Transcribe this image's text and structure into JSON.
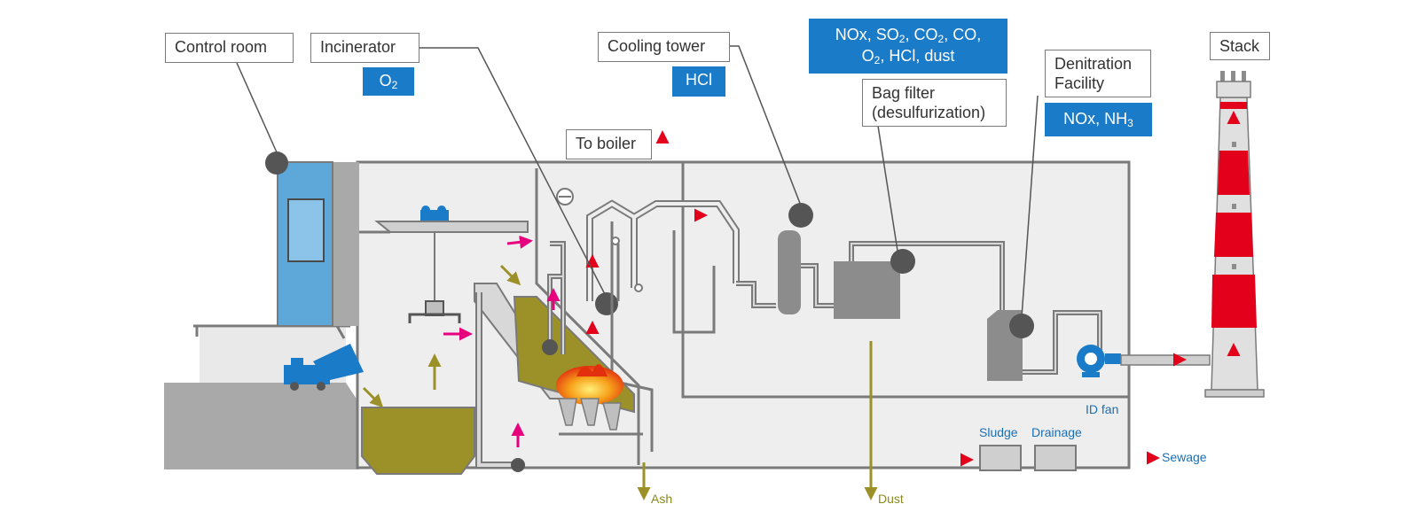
{
  "labels": {
    "control_room": "Control room",
    "incinerator": "Incinerator",
    "cooling_tower": "Cooling tower",
    "to_boiler": "To boiler",
    "bag_filter_line1": "Bag filter",
    "bag_filter_line2": "(desulfurization)",
    "denitration_line1": "Denitration",
    "denitration_line2": "Facility",
    "stack": "Stack",
    "id_fan": "ID fan",
    "sludge": "Sludge",
    "drainage": "Drainage",
    "sewage": "Sewage",
    "ash": "Ash",
    "dust": "Dust"
  },
  "monitors": {
    "incinerator": {
      "text": "O",
      "sub": "2"
    },
    "cooling_tower": {
      "text": "HCl"
    },
    "bag_filter_line1": {
      "a": "NOx, SO",
      "a_sub": "2",
      "b": ", CO",
      "b_sub": "2",
      "c": ", CO,"
    },
    "bag_filter_line2": {
      "a": "O",
      "a_sub": "2",
      "b": ", HCl, dust"
    },
    "denitration": {
      "a": "NOx, NH",
      "a_sub": "3"
    }
  },
  "colors": {
    "monitor_blue": "#1a7bc9",
    "building_gray": "#eeeeee",
    "outline_gray": "#7a7a7a",
    "equipment_gray": "#8c8c8c",
    "waste_olive": "#9c9128",
    "air_magenta": "#e6007e",
    "gas_orange": "#f07a10",
    "stack_red": "#e3001b",
    "water_blue": "#1a6fb4"
  }
}
